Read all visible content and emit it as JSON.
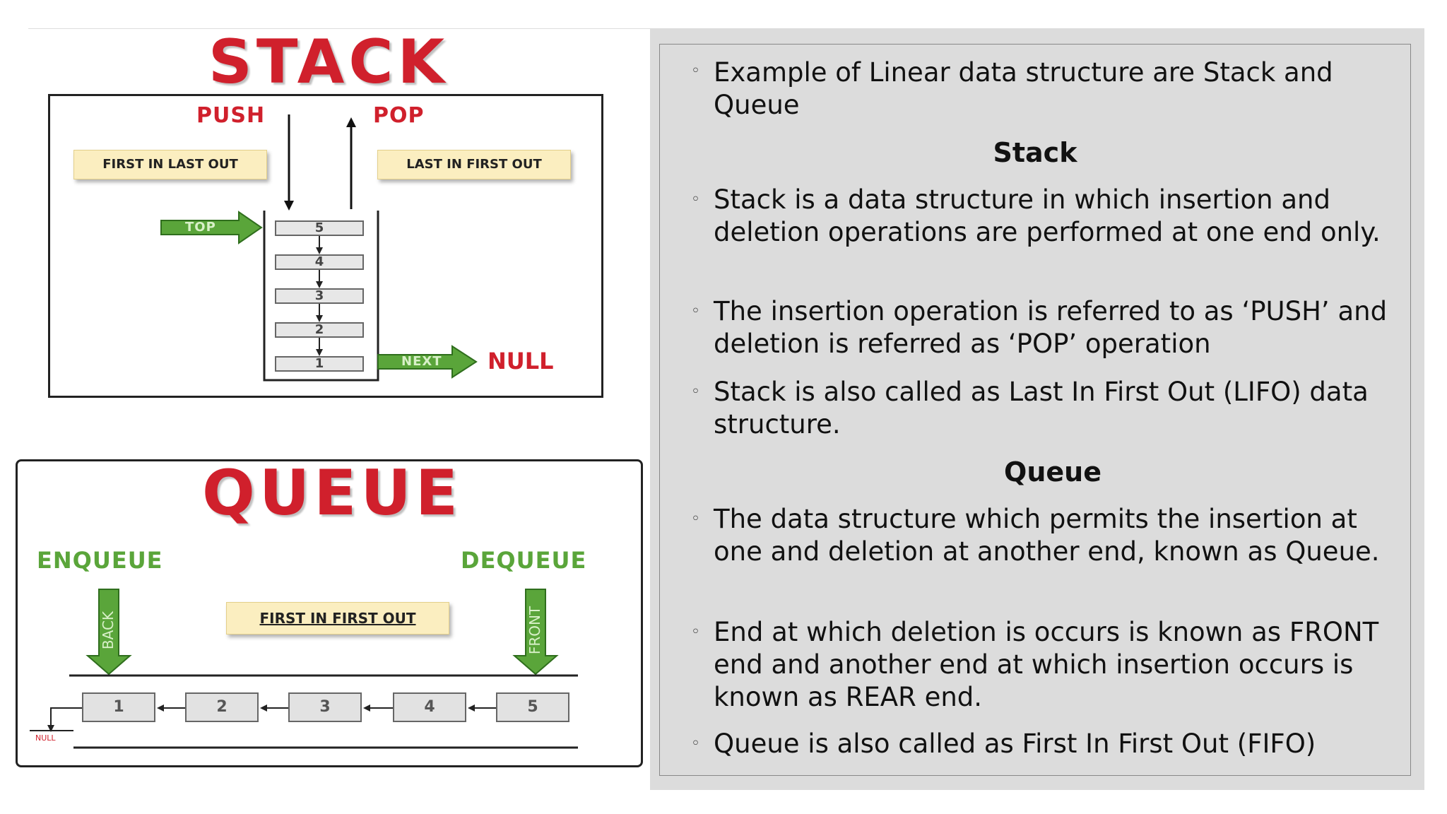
{
  "stack": {
    "title": "STACK",
    "push_label": "PUSH",
    "pop_label": "POP",
    "note_left": "FIRST IN LAST OUT",
    "note_right": "LAST IN FIRST OUT",
    "top_label": "TOP",
    "next_label": "NEXT",
    "null_label": "NULL",
    "boxes": [
      "5",
      "4",
      "3",
      "2",
      "1"
    ]
  },
  "queue": {
    "title": "QUEUE",
    "enqueue_label": "ENQUEUE",
    "dequeue_label": "DEQUEUE",
    "note": "FIRST IN FIRST OUT",
    "back_label": "BACK",
    "front_label": "FRONT",
    "null_label": "NULL",
    "boxes": [
      "1",
      "2",
      "3",
      "4",
      "5"
    ]
  },
  "panel": {
    "bullet1": "Example of Linear data structure are Stack and Queue",
    "heading_stack": "Stack",
    "bullet2": "Stack is a data structure in which insertion and deletion operations are performed at one end only.",
    "bullet3": "The insertion operation is referred to as ‘PUSH’ and deletion is referred as ‘POP’ operation",
    "bullet4": "Stack is also called as Last In First Out (LIFO) data structure.",
    "heading_queue": "Queue",
    "bullet5": "The data structure which permits the insertion at one and deletion at another end, known as Queue.",
    "bullet6": "End at which deletion is occurs is known as FRONT end and another end at which insertion occurs is known as REAR end.",
    "bullet7": "Queue is also called as First In First Out (FIFO)"
  },
  "colors": {
    "title_red": "#d0202c",
    "arrow_green": "#5aa53a",
    "note_yellow": "#fbeec0",
    "panel_gray": "#dcdcdc"
  }
}
